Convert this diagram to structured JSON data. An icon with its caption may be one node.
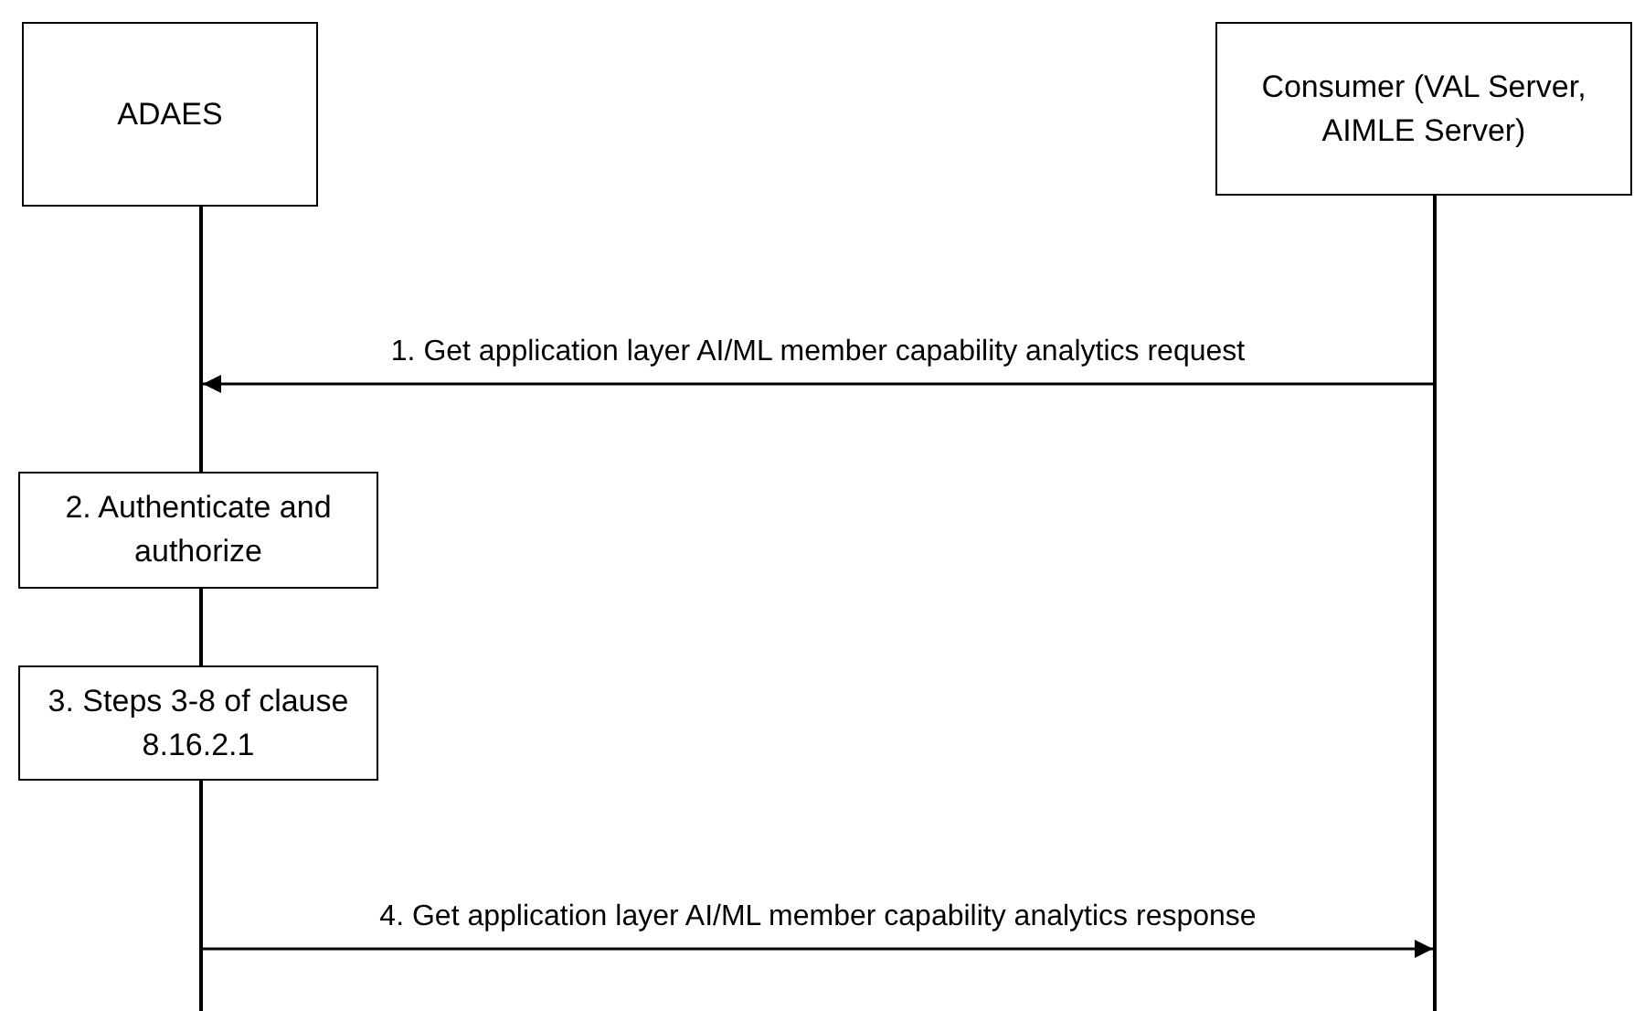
{
  "diagram": {
    "nodes": [
      {
        "text": [
          "ADAES"
        ]
      },
      {
        "text": [
          "Consumer (VAL Server, AIMLE Server)"
        ]
      },
      {
        "text": [
          "2. Authenticate and authorize"
        ]
      },
      {
        "text": [
          "3. Steps 3-8 of clause 8.16.2.1"
        ]
      },
      {
        "text": [],
        "shape": "line"
      },
      {
        "text": [],
        "shape": "line"
      }
    ],
    "edges": [
      {
        "from": 5,
        "to": 4,
        "arrow": "to",
        "label": "1. Get application layer AI/ML member capability analytics request"
      },
      {
        "from": 4,
        "to": 5,
        "arrow": "to",
        "label": "4. Get application layer AI/ML member capability analytics response"
      }
    ]
  }
}
